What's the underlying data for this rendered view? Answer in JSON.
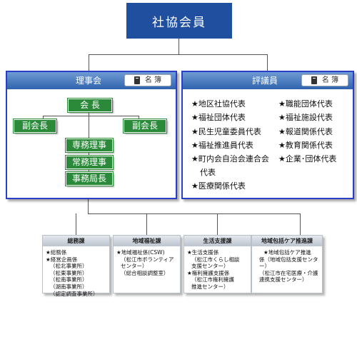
{
  "top": {
    "title": "社協会員"
  },
  "board": {
    "title": "理事会",
    "roster_label": "名 簿",
    "president": "会 長",
    "vice_left": "副会長",
    "vice_right": "副会長",
    "executive": "専務理事",
    "managing": "常務理事",
    "secretary_general": "事務局長"
  },
  "council": {
    "title": "評議員",
    "roster_label": "名 簿",
    "left_items": [
      "★地区社協代表",
      "★福祉団体代表",
      "★民生児童委員代表",
      "★福祉推進員代表",
      "★町内会自治会連合会",
      "代表",
      "★医療関係代表"
    ],
    "right_items": [
      "★職能団体代表",
      "★福祉施設代表",
      "★報道関係代表",
      "★教育関係代表",
      "★企業･団体代表"
    ]
  },
  "departments": [
    {
      "title": "総務課",
      "lines": [
        "★総務係",
        "★経営企画係",
        "（松北事業所）",
        "（松東事業所）",
        "（松南事業所）",
        "（湖南事業所）",
        "（認定調査事業所）"
      ]
    },
    {
      "title": "地域福祉課",
      "lines": [
        "★地域福祉係(CSW)",
        "（松江市ボランティア",
        "センター）",
        "（総合相談調整室）"
      ]
    },
    {
      "title": "生活支援課",
      "lines": [
        "★生活支援係",
        "（松江市くらし相談",
        "支援センター）",
        "★権利擁護支援係",
        "（松江市権利擁護",
        "推進センター）"
      ]
    },
    {
      "title": "地域包括ケア推進課",
      "lines": [
        "★地域包括ケア推進",
        "係（地域包括支援センタ",
        "ー）",
        "（松江市在宅医療・介護",
        "連携支援センター）"
      ]
    }
  ],
  "colors": {
    "top_box": "#1f4f9e",
    "panel_border": "#2a3fc8",
    "panel_header": "#2f63ad",
    "officer_box": "#2b8a3a"
  }
}
